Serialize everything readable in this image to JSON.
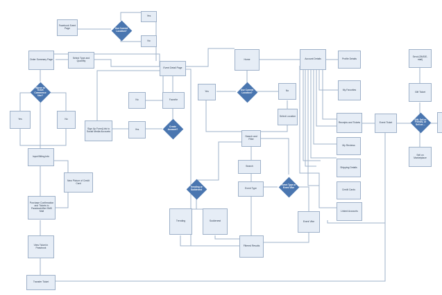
{
  "colors": {
    "node_fill": "#e6edf6",
    "node_border": "#9db0c8",
    "decision_fill": "#4a76b0",
    "line": "#9db0c8",
    "background": "#ffffff"
  },
  "nodes": {
    "facebook_event_page": "Facebook Event Page",
    "use_current_location_top": "Use Current Location?",
    "yes_top": "Yes",
    "no_top": "No",
    "order_summary": "Order Summary Page",
    "select_type_quantity": "Select Type and Quantity",
    "event_detail_page": "Event Detail Page",
    "home": "Home",
    "account_details": "Account Details",
    "profile_details": "Profile Details",
    "my_favorites": "My Favorites",
    "receipts_tickets": "Receipts and Tickets",
    "my_reviews": "My Reviews",
    "shipping_details": "Shipping Details",
    "credit cards": "",
    "credit_cards": "Credit Cards",
    "linked_accounts": "Linked Accounts",
    "event_ticket": "Event Ticket",
    "send_ticket": "Send (SMS/E-mail)",
    "gift_ticket": "Gift Ticket",
    "sell_marketplace": "Sell on Marketplace",
    "gift_sell_decision": "Gift, Sell or Friends, or Sell on ...",
    "where_ticket": "Where to Ticket Commence Use?",
    "yes_left": "Yes",
    "no_left": "No",
    "no_mid": "No",
    "favorite": "Favorite",
    "signup": "Sign Up Form(Link to Social Media Accounts",
    "yes_signup": "Yes",
    "create_account": "Create Account?",
    "yes_home": "Yes",
    "use_current_location_mid": "Use Current Location?",
    "no_home": "No",
    "select_location": "Select Location",
    "input_billing": "Input Billing Info",
    "new_picture_cc": "New Picture of Credit Card",
    "purchase_confirmation": "Purchase Confirmation and Tickets to Passbook/Wel SMS Mail",
    "view_ticket_passbook": "View Ticket in Passbook",
    "transfer_ticket": "Transfer Ticket",
    "search_filter": "Search and Filter",
    "search": "Search",
    "trending_decision": "Trending or Suddenest",
    "trending": "Trending",
    "suddenest": "Suddenest",
    "event_type": "Event Type",
    "event_type_decision": "Event Type or Event Vibe",
    "event_vibe": "Event Vibe",
    "filtered_results": "Filtered Results"
  }
}
